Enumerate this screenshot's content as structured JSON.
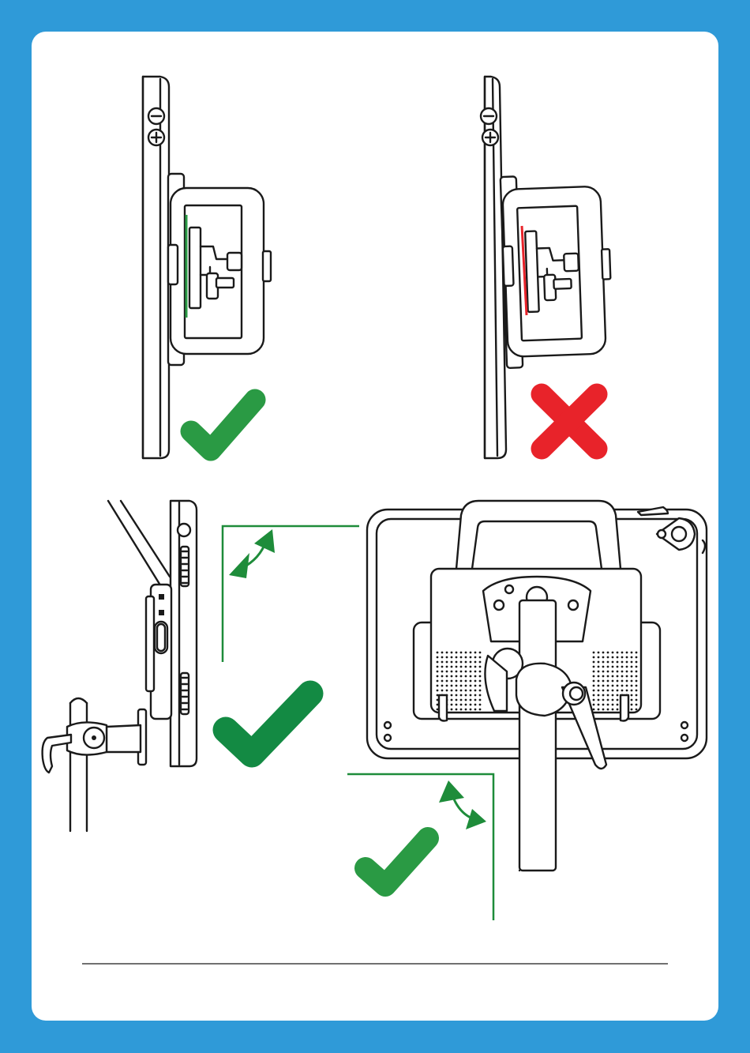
{
  "colors": {
    "background": "#2f9ad8",
    "card": "#ffffff",
    "line_art": "#1a1a1a",
    "check_light": "#2a9a44",
    "check_dark": "#138a43",
    "cross": "#e8232a",
    "guide_green": "#1e8c3a"
  },
  "panels": [
    {
      "id": "side-view-correct",
      "status": "correct",
      "icon": "checkmark-icon"
    },
    {
      "id": "side-view-incorrect",
      "status": "incorrect",
      "icon": "cross-icon"
    },
    {
      "id": "pole-mount-side-view",
      "status": "correct",
      "icon": "checkmark-icon"
    },
    {
      "id": "pole-mount-rear-view",
      "status": "correct",
      "icon": "checkmark-icon"
    }
  ]
}
